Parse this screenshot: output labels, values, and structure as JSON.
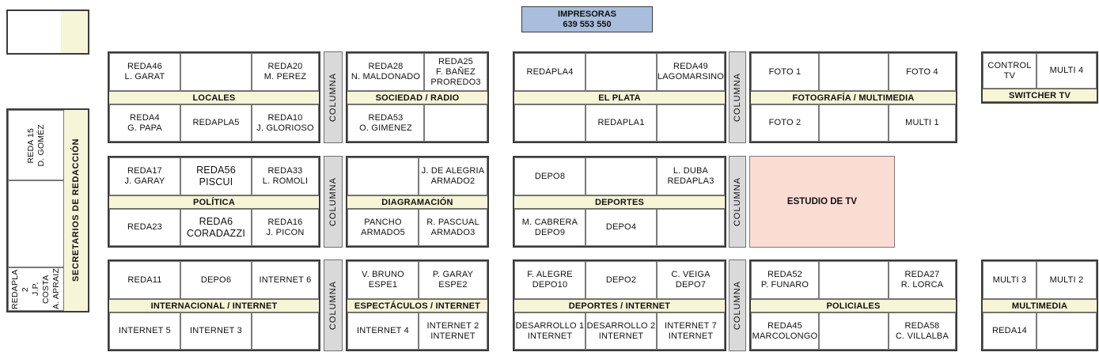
{
  "printers": {
    "title": "IMPRESORAS",
    "codes": "639  553  550"
  },
  "left_panel_top": {
    "note": ""
  },
  "left_panel": {
    "label": "SECRETARIOS DE REDACCIÓN",
    "cells": [
      {
        "text": "REDA 15\nD. GOMÉZ"
      },
      {
        "text": ""
      },
      {
        "text": "REDAPLA 2\nJ.P. COSTA\nA. APRAIZ"
      }
    ]
  },
  "column_label": "COLUMNA",
  "studio": {
    "label": "ESTUDIO DE TV",
    "color": "#FBDCD3"
  },
  "colors": {
    "band": "#F7F5D8",
    "column": "#D9D9D9",
    "printers": "#A8BEDC",
    "studio": "#FBDCD3",
    "border": "#3b3b3b"
  },
  "blocks": [
    {
      "id": "locales",
      "band": "LOCALES",
      "top": [
        "REDA46\nL. GARAT",
        "",
        "REDA20\nM. PEREZ"
      ],
      "bottom": [
        "REDA4\nG. PAPA",
        "REDAPLA5",
        "REDA10\nJ. GLORIOSO"
      ]
    },
    {
      "id": "sociedad-radio",
      "band": "SOCIEDAD / RADIO",
      "top": [
        "REDA28\nN. MALDONADO",
        "REDA25\nF. BAÑEZ\nPROREDO3"
      ],
      "bottom": [
        "REDA53\nO. GIMENEZ",
        ""
      ]
    },
    {
      "id": "el-plata",
      "band": "EL PLATA",
      "top": [
        "REDAPLA4",
        "",
        "REDA49\nLAGOMARSINO"
      ],
      "bottom": [
        "",
        "REDAPLA1",
        ""
      ]
    },
    {
      "id": "fotografia-multimedia",
      "band": "FOTOGRAFÍA / MULTIMEDIA",
      "top": [
        "FOTO 1",
        "",
        "FOTO 4"
      ],
      "bottom": [
        "FOTO 2",
        "",
        "MULTI 1"
      ]
    },
    {
      "id": "switcher-tv",
      "band": "SWITCHER TV",
      "top": [
        "CONTROL TV",
        "MULTI 4"
      ],
      "bottom": []
    },
    {
      "id": "politica",
      "band": "POLÍTICA",
      "top": [
        "REDA17\nJ. GARAY",
        "REDA56\nPISCUI",
        "REDA33\nL. ROMOLI"
      ],
      "bottom": [
        "REDA23",
        "REDA6\nCORADAZZI",
        "REDA16\nJ. PICON"
      ]
    },
    {
      "id": "diagramacion",
      "band": "DIAGRAMACIÓN",
      "top": [
        "",
        "J. DE ALEGRIA\nARMADO2"
      ],
      "bottom": [
        "PANCHO\nARMADO5",
        "R. PASCUAL\nARMADO3"
      ]
    },
    {
      "id": "deportes",
      "band": "DEPORTES",
      "top": [
        "DEPO8",
        "",
        "L. DUBA\nREDAPLA3"
      ],
      "bottom": [
        "M. CABRERA\nDEPO9",
        "DEPO4",
        ""
      ]
    },
    {
      "id": "internacional-internet",
      "band": "INTERNACIONAL / INTERNET",
      "top": [
        "REDA11",
        "DEPO6",
        "INTERNET 6"
      ],
      "bottom": [
        "INTERNET 5",
        "INTERNET 3",
        ""
      ]
    },
    {
      "id": "espectaculos-internet",
      "band": "ESPECTÁCULOS / INTERNET",
      "top": [
        "V. BRUNO\nESPE1",
        "P. GARAY\nESPE2"
      ],
      "bottom": [
        "INTERNET 4",
        "INTERNET 2\nINTERNET"
      ]
    },
    {
      "id": "deportes-internet",
      "band": "DEPORTES / INTERNET",
      "top": [
        "F. ALEGRE\nDEPO10",
        "DEPO2",
        "C. VEIGA\nDEPO7"
      ],
      "bottom": [
        "DESARROLLO 1\nINTERNET",
        "DESARROLLO 2\nINTERNET",
        "INTERNET 7\nINTERNET"
      ]
    },
    {
      "id": "policiales",
      "band": "POLICIALES",
      "top": [
        "REDA52\nP. FUNARO",
        "",
        "REDA27\nR. LORCA"
      ],
      "bottom": [
        "REDA45\nMARCOLONGO",
        "",
        "REDA58\nC. VILLALBA"
      ]
    },
    {
      "id": "multimedia",
      "band": "MULTIMEDIA",
      "top": [
        "MULTI 3",
        "MULTI 2"
      ],
      "bottom": [
        "REDA14",
        ""
      ]
    }
  ]
}
